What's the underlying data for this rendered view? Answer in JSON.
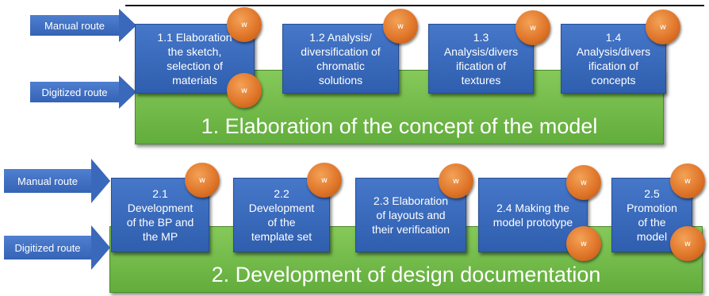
{
  "routes": {
    "manual": "Manual route",
    "digitized": "Digitized route"
  },
  "badge_label": "w",
  "stages": [
    {
      "title": "1. Elaboration of the concept of the model",
      "steps": [
        "1.1 Elaboration\nthe sketch,\nselection of\nmaterials",
        "1.2 Analysis/\ndiversification of\nchromatic\nsolutions",
        "1.3\nAnalysis/divers\nification of\ntextures",
        "1.4\nAnalysis/divers\nification of\nconcepts"
      ]
    },
    {
      "title": "2. Development of design documentation",
      "steps": [
        "2.1\nDevelopment\nof the BP and\nthe MP",
        "2.2\nDevelopment\nof the\ntemplate set",
        "2.3 Elaboration\nof layouts and\ntheir verification",
        "2.4 Making the\nmodel prototype",
        "2.5\nPromotion\nof the\nmodel"
      ]
    }
  ]
}
